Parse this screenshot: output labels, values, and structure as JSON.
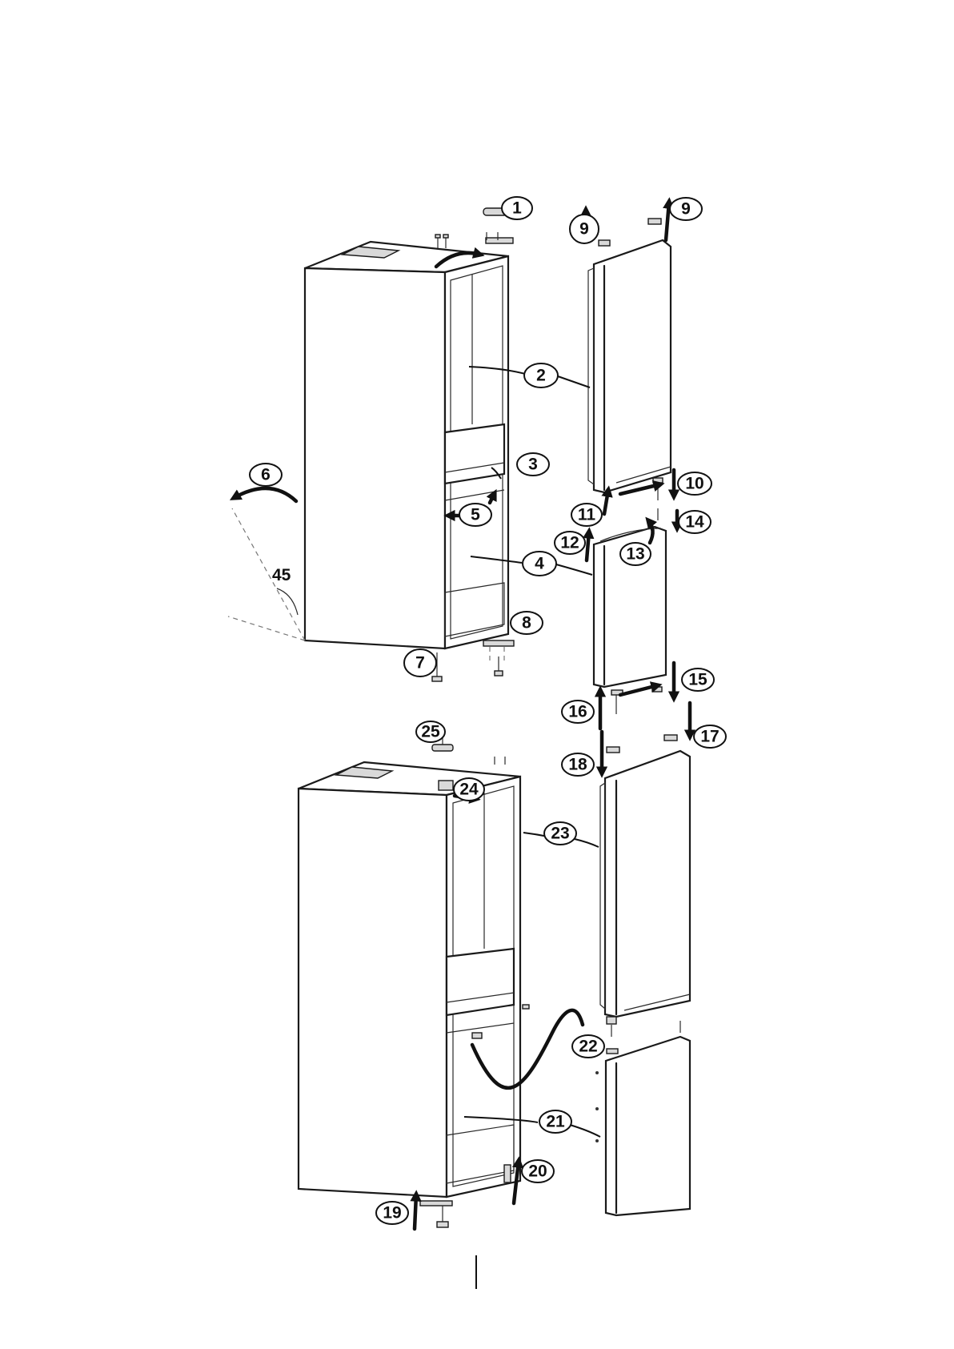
{
  "callouts": [
    "1",
    "2",
    "3",
    "4",
    "5",
    "6",
    "7",
    "8",
    "9",
    "9",
    "10",
    "11",
    "12",
    "13",
    "14",
    "15",
    "16",
    "17",
    "18",
    "19",
    "20",
    "21",
    "22",
    "23",
    "24",
    "25"
  ],
  "angle_label": "45"
}
